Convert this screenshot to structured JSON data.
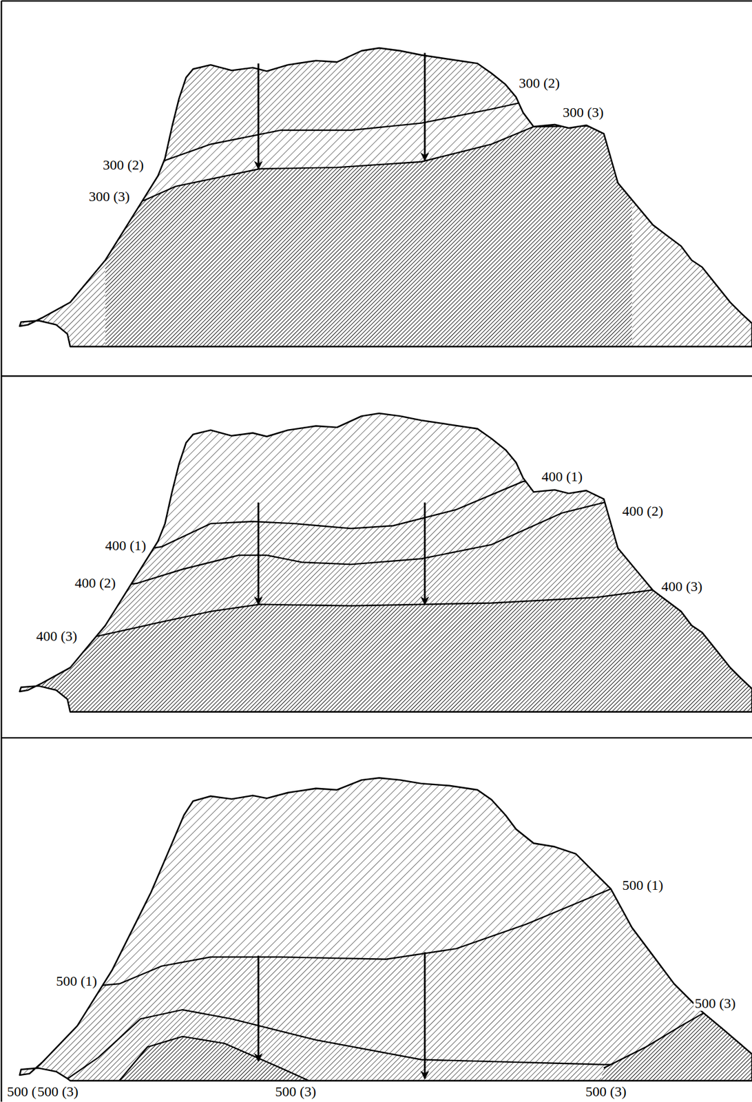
{
  "diagram": {
    "labels": [
      "300 (2)",
      "300 (3)",
      "300 (2)",
      "300 (3)",
      "400 (1)",
      "400 (2)",
      "400 (1)",
      "400 (2)",
      "400 (3)",
      "400 (3)",
      "500 (1)",
      "500 (1)",
      "500 (3)",
      "500 (2)",
      "500 (3)",
      "500 (3)",
      "500 (3)"
    ]
  }
}
